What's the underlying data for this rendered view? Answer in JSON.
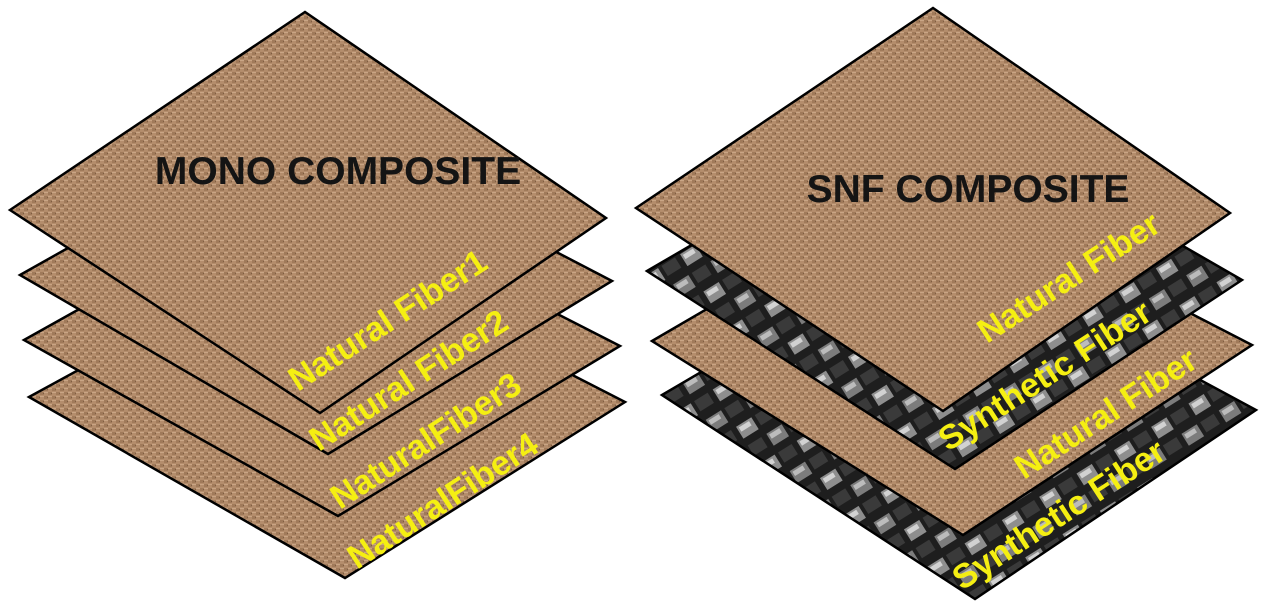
{
  "colors": {
    "natural_fiber_base": "#b48d6c",
    "synthetic_fiber_base": "#262626",
    "label_text": "#f5ef12",
    "title_text": "#141414",
    "outline": "#000000"
  },
  "mono": {
    "title": "MONO COMPOSITE",
    "layers": [
      {
        "label": "Natural Fiber1",
        "material": "natural"
      },
      {
        "label": "Natural Fiber2",
        "material": "natural"
      },
      {
        "label": "NaturalFiber3",
        "material": "natural"
      },
      {
        "label": "NaturalFiber4",
        "material": "natural"
      }
    ]
  },
  "snf": {
    "title": "SNF COMPOSITE",
    "layers": [
      {
        "label": "Natural Fiber",
        "material": "natural"
      },
      {
        "label": "Synthetic Fiber",
        "material": "synthetic"
      },
      {
        "label": "Natural Fiber",
        "material": "natural"
      },
      {
        "label": "Synthetic Fiber",
        "material": "synthetic"
      }
    ]
  }
}
